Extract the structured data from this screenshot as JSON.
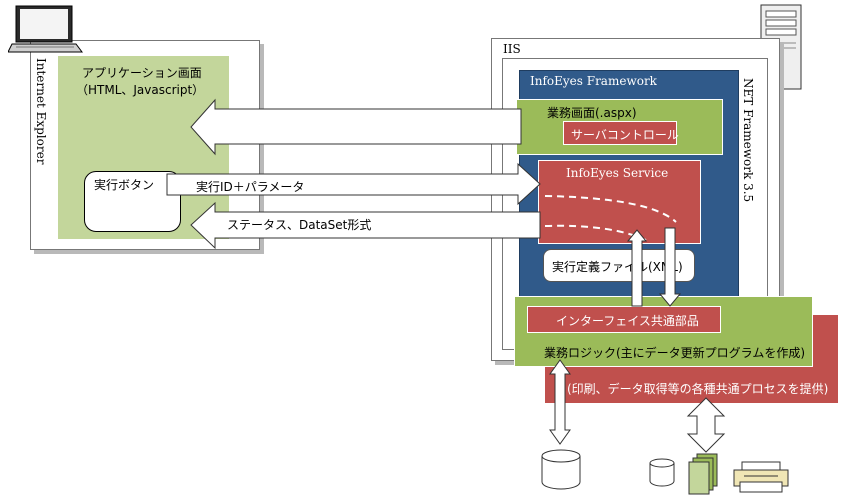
{
  "client": {
    "browser_label": "Internet Explorer",
    "app_screen_title": "アプリケーション画面",
    "app_screen_tech": "（HTML、Javascript）",
    "execute_button_label": "実行ボタン"
  },
  "server": {
    "iis_label": "IIS",
    "net_framework_label": "NET Framework 3.5",
    "framework_title": "InfoEyes Framework",
    "business_screen_label": "業務画面(.aspx)",
    "server_control_label": "サーバコントロール",
    "service_label": "InfoEyes Service",
    "definition_file_label": "実行定義ファイル(XML)",
    "interface_label": "インターフェイス共通部品",
    "business_logic_label": "業務ロジック(主にデータ更新プログラムを作成)",
    "common_process_label": "(印刷、データ取得等の各種共通プロセスを提供)"
  },
  "arrows": {
    "execute_request_label": "実行ID＋パラメータ",
    "status_response_label": "ステータス、DataSet形式"
  },
  "colors": {
    "client_green": "#c3d69b",
    "iis_blue": "#305a8a",
    "panel_green": "#9bbb59",
    "panel_red": "#c0504d",
    "shadow_gray": "#b9b9b9"
  },
  "icons": [
    "laptop-icon",
    "server-tower-icon",
    "database-icon",
    "documents-icon",
    "printer-icon"
  ]
}
